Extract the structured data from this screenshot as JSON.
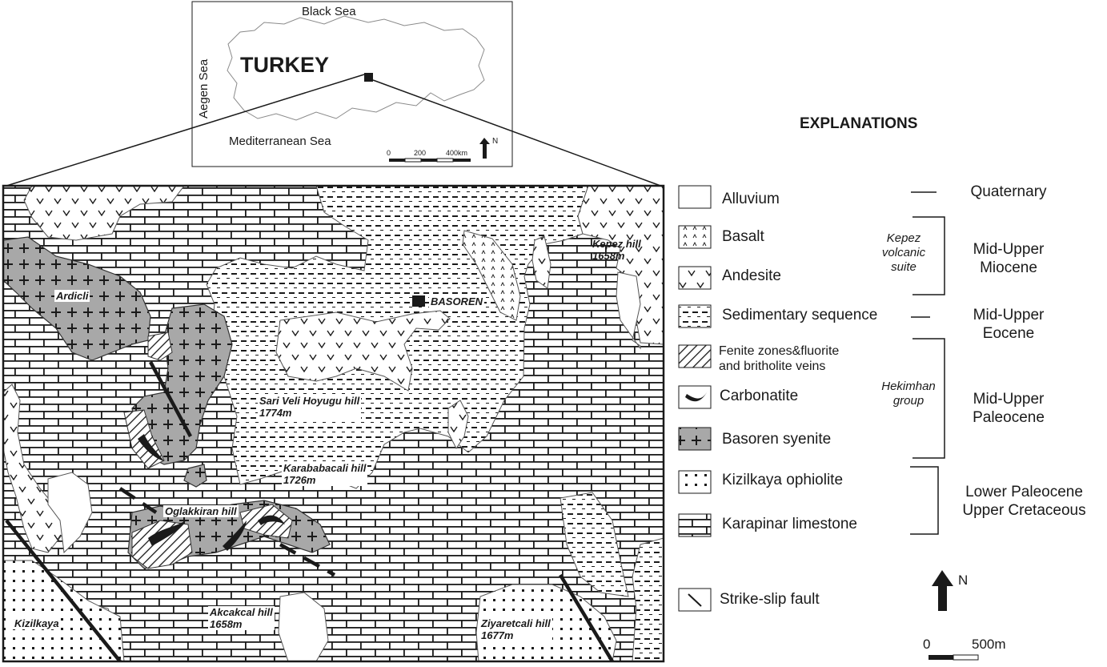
{
  "inset": {
    "black_sea": "Black Sea",
    "aegean_sea": "Aegen Sea",
    "country": "TURKEY",
    "mediterranean": "Mediterranean Sea",
    "scale_0": "0",
    "scale_200": "200",
    "scale_400": "400km",
    "north": "N"
  },
  "map": {
    "places": [
      {
        "id": "kepez",
        "lines": [
          "Kepez hill",
          "1658m"
        ]
      },
      {
        "id": "ardicli",
        "lines": [
          "Ardicli"
        ]
      },
      {
        "id": "basoren",
        "lines": [
          "BASOREN"
        ]
      },
      {
        "id": "sariveli",
        "lines": [
          "Sari Veli Hoyugu hill",
          "1774m"
        ]
      },
      {
        "id": "karababacali",
        "lines": [
          "Karababacali hill",
          "1726m"
        ]
      },
      {
        "id": "oglakkiran",
        "lines": [
          "Oglakkiran hill"
        ]
      },
      {
        "id": "akcakcal",
        "lines": [
          "Akcakcal hill",
          "1658m"
        ]
      },
      {
        "id": "kizilkaya",
        "lines": [
          "Kizilkaya"
        ]
      },
      {
        "id": "ziyaretcali",
        "lines": [
          "Ziyaretcali hill",
          "1677m"
        ]
      }
    ]
  },
  "legend": {
    "title": "EXPLANATIONS",
    "items": [
      {
        "id": "alluvium",
        "pattern": "none",
        "lines": [
          "Alluvium"
        ]
      },
      {
        "id": "basalt",
        "pattern": "basalt",
        "lines": [
          "Basalt"
        ]
      },
      {
        "id": "andesite",
        "pattern": "andesite",
        "lines": [
          "Andesite"
        ]
      },
      {
        "id": "sedimentary",
        "pattern": "dash",
        "lines": [
          "Sedimentary sequence"
        ]
      },
      {
        "id": "fenite",
        "pattern": "hatch",
        "lines": [
          "Fenite zones&fluorite",
          "and britholite veins"
        ]
      },
      {
        "id": "carbonatite",
        "pattern": "carbonatite",
        "lines": [
          "Carbonatite"
        ]
      },
      {
        "id": "syenite",
        "pattern": "cross",
        "lines": [
          "Basoren syenite"
        ]
      },
      {
        "id": "ophiolite",
        "pattern": "dots",
        "lines": [
          "Kizilkaya ophiolite"
        ]
      },
      {
        "id": "limestone",
        "pattern": "brick",
        "lines": [
          "Karapinar limestone"
        ]
      },
      {
        "id": "fault",
        "pattern": "fault",
        "lines": [
          "Strike-slip fault"
        ]
      }
    ],
    "groups": [
      {
        "id": "kepez-suite",
        "lines": [
          "Kepez",
          "volcanic",
          "suite"
        ]
      },
      {
        "id": "hekimhan",
        "lines": [
          "Hekimhan",
          "group"
        ]
      }
    ],
    "ages": [
      {
        "id": "quaternary",
        "lines": [
          "Quaternary"
        ]
      },
      {
        "id": "miocene",
        "lines": [
          "Mid-Upper",
          "Miocene"
        ]
      },
      {
        "id": "eocene",
        "lines": [
          "Mid-Upper",
          "Eocene"
        ]
      },
      {
        "id": "paleocene",
        "lines": [
          "Mid-Upper",
          "Paleocene"
        ]
      },
      {
        "id": "cretaceous",
        "lines": [
          "Lower Paleocene",
          "Upper Cretaceous"
        ]
      }
    ],
    "north": "N",
    "scale_0": "0",
    "scale_500": "500m"
  },
  "colors": {
    "line": "#1a1a1a",
    "syenite_fill": "#a8a8a8",
    "background": "#ffffff"
  }
}
